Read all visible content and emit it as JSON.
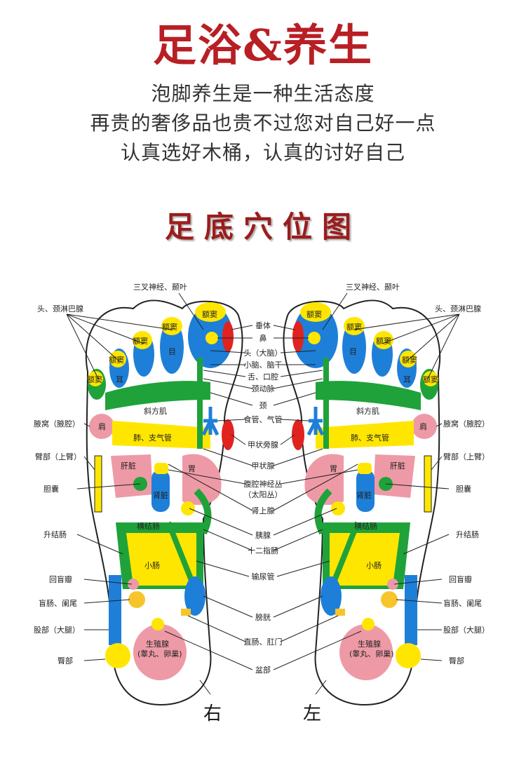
{
  "header": {
    "title": "足浴&养生",
    "lines": [
      "泡脚养生是一种生活态度",
      "再贵的奢侈品也贵不过您对自己好一点",
      "认真选好木桶，认真的讨好自己"
    ],
    "subtitle": "足底穴位图"
  },
  "colors": {
    "title": "#b81f24",
    "blue": "#1e7fd8",
    "yellow": "#ffe600",
    "green": "#1fa23a",
    "red": "#e0231f",
    "pink": "#ee9aa6",
    "outline": "#222222"
  },
  "labels": {
    "sanchashenjing": "三叉神经、颞叶",
    "tou_jinglinba": "头、颈淋巴腺",
    "chuiti": "垂体",
    "bi": "鼻",
    "tou_danao": "头（大脑）",
    "xiaonao": "小脑、脑干",
    "she_kouqiang": "舌、口腔",
    "jingdongmai": "颈动脉",
    "jing": "颈",
    "shiguan": "食管、气管",
    "jiazhuangpang": "甲状旁腺",
    "jiazhuang": "甲状腺",
    "fuqiang_1": "腹腔神经丛",
    "fuqiang_2": "（太阳丛）",
    "shenshang": "肾上腺",
    "yi": "胰腺",
    "shierzhichang": "十二指肠",
    "shuniaoguan": "输尿管",
    "pangguang": "膀胱",
    "zhichang": "直肠、肛门",
    "penbu": "盆部",
    "yewo": "腋窝（腋腔）",
    "bibu": "臂部（上臂）",
    "dannang": "胆囊",
    "shengjiechang": "升结肠",
    "huimangban": "回盲瓣",
    "mangchang": "盲肠、阑尾",
    "gubu": "股部（大腿）",
    "tunbu": "臀部"
  },
  "organs": {
    "eds": "额窦",
    "ear": "耳",
    "eye": "目",
    "xiefangji": "斜方肌",
    "jian": "肩",
    "fei": "肺、支气管",
    "ganzang": "肝脏",
    "wei": "胃",
    "shenzang": "肾脏",
    "hengjiechang": "横结肠",
    "xiaochang": "小肠",
    "shengzhi_1": "生殖腺",
    "shengzhi_2": "(睾丸、卵巢)"
  },
  "feet": {
    "right": "右",
    "left": "左"
  }
}
